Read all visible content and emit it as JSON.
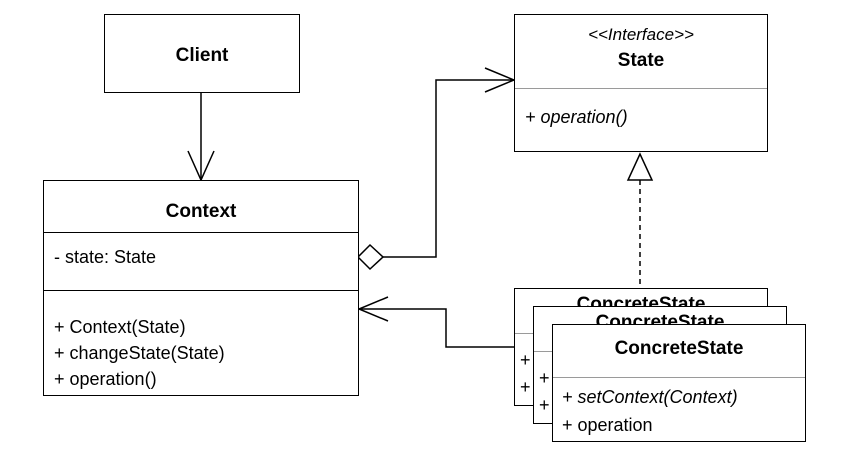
{
  "client": {
    "name": "Client"
  },
  "context": {
    "name": "Context",
    "attributes": [
      "- state: State"
    ],
    "methods": [
      "+ Context(State)",
      "+ changeState(State)",
      "+ operation()"
    ]
  },
  "state": {
    "stereotype": "<<Interface>>",
    "name": "State",
    "methods": [
      "+ operation()"
    ]
  },
  "concrete": {
    "back_name": "ConcreteState",
    "middle_name": "ConcreteState",
    "name": "ConcreteState",
    "methods": [
      "+ setContext(Context)",
      "+ operation"
    ],
    "hidden_prefix_1": "+",
    "hidden_prefix_2": "+"
  }
}
